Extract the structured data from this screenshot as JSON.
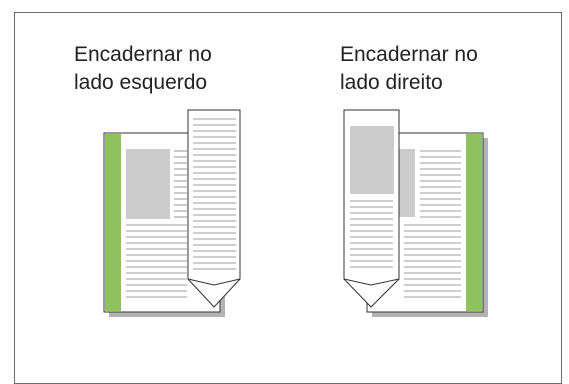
{
  "diagram": {
    "options": [
      {
        "caption": "Encadernar no\nlado esquerdo",
        "binding_side": "left"
      },
      {
        "caption": "Encadernar no\nlado direito",
        "binding_side": "right"
      }
    ]
  },
  "colors": {
    "binding_strip": "#8dc25f",
    "picture_block": "#cccccc",
    "text_line": "#bdbdbd",
    "shadow": "#b3b3b3",
    "outline": "#333333",
    "frame": "#6b6b6b"
  }
}
